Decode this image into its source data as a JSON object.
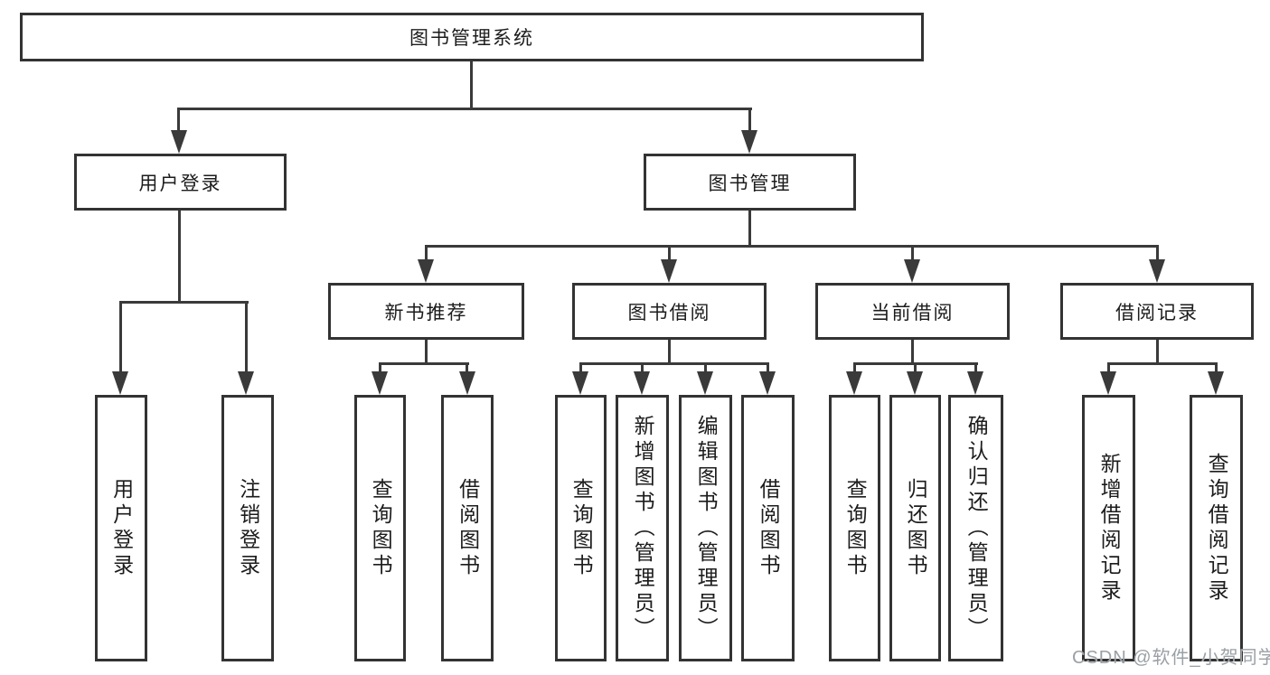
{
  "diagram": {
    "root": {
      "label": "图书管理系统"
    },
    "branches": [
      {
        "label": "用户登录",
        "children": [
          {
            "label": "用户登录"
          },
          {
            "label": "注销登录"
          }
        ]
      },
      {
        "label": "图书管理",
        "children": [
          {
            "label": "新书推荐",
            "children": [
              {
                "label": "查询图书"
              },
              {
                "label": "借阅图书"
              }
            ]
          },
          {
            "label": "图书借阅",
            "children": [
              {
                "label": "查询图书"
              },
              {
                "label": "新增图书（管理员）"
              },
              {
                "label": "编辑图书（管理员）"
              },
              {
                "label": "借阅图书"
              }
            ]
          },
          {
            "label": "当前借阅",
            "children": [
              {
                "label": "查询图书"
              },
              {
                "label": "归还图书"
              },
              {
                "label": "确认归还（管理员）"
              }
            ]
          },
          {
            "label": "借阅记录",
            "children": [
              {
                "label": "新增借阅记录"
              },
              {
                "label": "查询借阅记录"
              }
            ]
          }
        ]
      }
    ]
  },
  "watermark": {
    "text": "CSDN @软件_小贺同学"
  },
  "colors": {
    "line": "#3a3a3a",
    "border": "#333333",
    "text": "#1c1c1c",
    "watermark": "#9aa0a6",
    "background": "#ffffff"
  }
}
